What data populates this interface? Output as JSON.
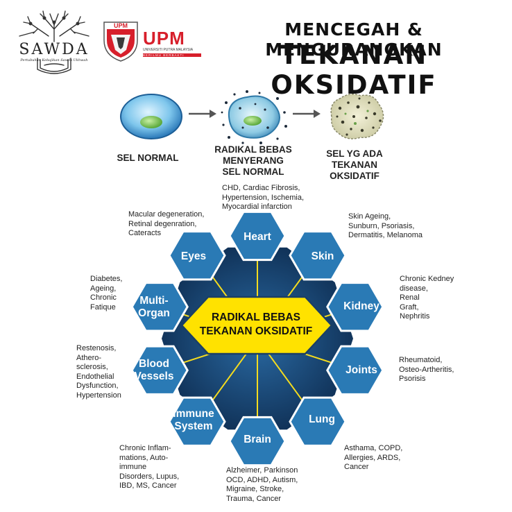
{
  "logos": {
    "sawda": {
      "name": "SAWDA",
      "tagline": "Pertubuhan Kebajikan Sawda Ukhwah"
    },
    "upm_badge": "UPM",
    "upm": {
      "name": "UPM",
      "sub": "UNIVERSITI PUTRA MALAYSIA",
      "motto": "BERILMU BERBAKTI"
    }
  },
  "title": {
    "line1": "MENCEGAH & MENGURANGKAN",
    "line2": "TEKANAN OKSIDATIF"
  },
  "stages": [
    {
      "lines": [
        "SEL NORMAL"
      ]
    },
    {
      "lines": [
        "RADIKAL BEBAS",
        "MENYERANG",
        "SEL NORMAL"
      ]
    },
    {
      "lines": [
        "SEL YG ADA",
        "TEKANAN",
        "OKSIDATIF"
      ]
    }
  ],
  "center": {
    "lines": [
      "RADIKAL BEBAS",
      "TEKANAN OKSIDATIF"
    ]
  },
  "organs": [
    {
      "lines": [
        "Heart"
      ],
      "notes": [
        "CHD, Cardiac Fibrosis,",
        "Hypertension, Ischemia,",
        "Myocardial infarction"
      ]
    },
    {
      "lines": [
        "Skin"
      ],
      "notes": [
        "Skin Ageing,",
        "Sunburn, Psoriasis,",
        "Dermatitis, Melanoma"
      ]
    },
    {
      "lines": [
        "Kidney"
      ],
      "notes": [
        "Chronic Kedney",
        "disease,",
        "Renal",
        "Graft,",
        "Nephritis"
      ]
    },
    {
      "lines": [
        "Joints"
      ],
      "notes": [
        "Rheumatoid,",
        "Osteo-Artheritis,",
        "Psorisis"
      ]
    },
    {
      "lines": [
        "Lung"
      ],
      "notes": [
        "Asthama, COPD,",
        "Allergies, ARDS,",
        "Cancer"
      ]
    },
    {
      "lines": [
        "Brain"
      ],
      "notes": [
        "Alzheimer, Parkinson",
        "OCD, ADHD, Autism,",
        "Migraine, Stroke,",
        "Trauma, Cancer"
      ]
    },
    {
      "lines": [
        "Immune",
        "System"
      ],
      "notes": [
        "Chronic Inflam-",
        "mations, Auto-",
        "immune",
        "Disorders, Lupus,",
        "IBD, MS, Cancer"
      ]
    },
    {
      "lines": [
        "Blood",
        "Vessels"
      ],
      "notes": [
        "Restenosis,",
        "Athero-",
        "sclerosis,",
        "Endothelial",
        "Dysfunction,",
        "Hypertension"
      ]
    },
    {
      "lines": [
        "Multi-",
        "Organ"
      ],
      "notes": [
        "Diabetes,",
        "Ageing,",
        "Chronic",
        "Fatique"
      ]
    },
    {
      "lines": [
        "Eyes"
      ],
      "notes": [
        "Macular degeneration,",
        "Retinal degenration,",
        "Cateracts"
      ]
    }
  ],
  "colors": {
    "hex_fill": "#2a7ab5",
    "hex_border": "#ffffff",
    "wheel_dark": "#14375e",
    "wheel_mid": "#1f5a8f",
    "center_fill": "#ffe200",
    "spoke": "#f5dc1e",
    "upm_red": "#d71f2b"
  }
}
